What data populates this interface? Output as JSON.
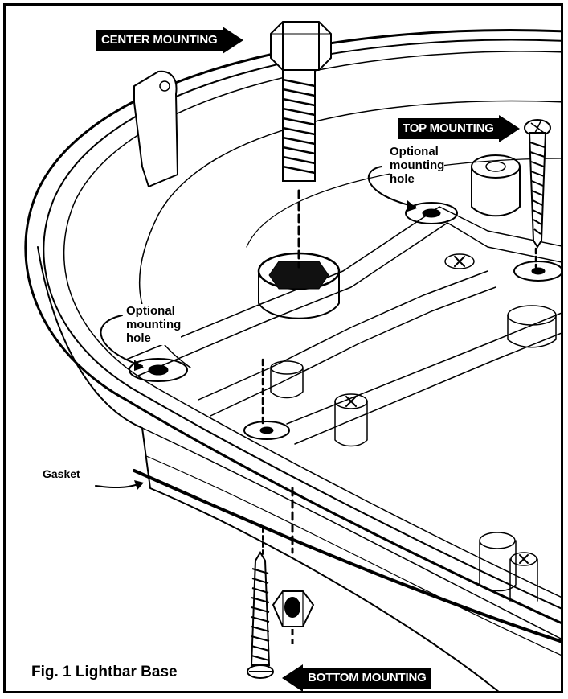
{
  "figure": {
    "caption": "Fig. 1 Lightbar Base"
  },
  "callouts": {
    "center": "CENTER MOUNTING",
    "top": "TOP MOUNTING",
    "bottom": "BOTTOM MOUNTING"
  },
  "labels": {
    "optional_hole_right": [
      "Optional",
      "mounting",
      "hole"
    ],
    "optional_hole_left": [
      "Optional",
      "mounting",
      "hole"
    ],
    "gasket": "Gasket"
  },
  "icons": [
    "hex-bolt-icon",
    "round-head-screw-icon",
    "wood-screw-icon",
    "hex-nut-icon"
  ]
}
